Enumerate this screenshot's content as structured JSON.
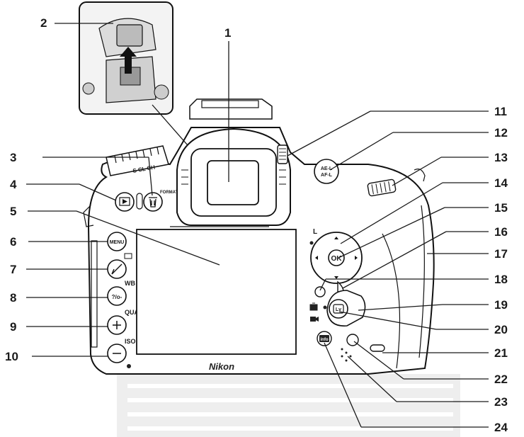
{
  "callouts": {
    "n1": "1",
    "n2": "2",
    "n3": "3",
    "n4": "4",
    "n5": "5",
    "n6": "6",
    "n7": "7",
    "n8": "8",
    "n9": "9",
    "n10": "10",
    "n11": "11",
    "n12": "12",
    "n13": "13",
    "n14": "14",
    "n15": "15",
    "n16": "16",
    "n17": "17",
    "n18": "18",
    "n19": "19",
    "n20": "20",
    "n21": "21",
    "n22": "22",
    "n23": "23",
    "n24": "24"
  },
  "camera": {
    "brand": "Nikon",
    "mode_dial_labels": "S CL CH",
    "format_label": "FORMAT",
    "ae_lock_top": "AE-L",
    "ae_lock_bottom": "AF-L",
    "ok_label": "OK",
    "lv_label": "Lv",
    "info_label": "info",
    "menu_label": "MENU",
    "lock_label": "L",
    "wb_label": "WB",
    "qual_label": "QUAL",
    "iso_label": "ISO"
  }
}
